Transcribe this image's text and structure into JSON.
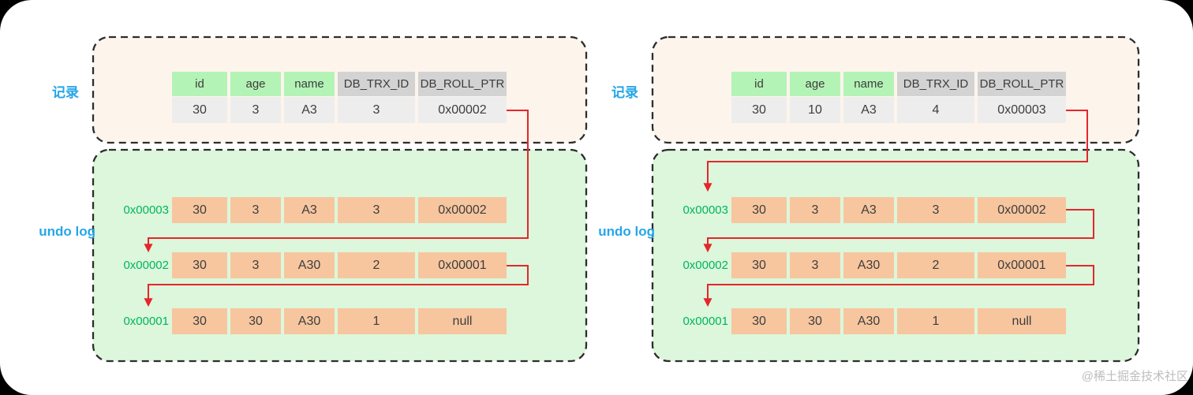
{
  "watermark": "@稀土掘金技术社区",
  "colors": {
    "record_box_bg": "#fdf4ec",
    "undo_box_bg": "#dcf7db",
    "header_green": "#b4f3b6",
    "header_gray": "#d3d3d3",
    "record_value_bg": "#ededed",
    "undo_cell_orange": "#f7c69f",
    "address_green": "#00b45e",
    "arrow_red": "#e5262c",
    "section_label_blue": "#25a6e9",
    "dashed_border": "#2d2d2d"
  },
  "panels": [
    {
      "id": "left",
      "record_label": "记录",
      "undo_label": "undo log",
      "record": {
        "headers": [
          "id",
          "age",
          "name",
          "DB_TRX_ID",
          "DB_ROLL_PTR"
        ],
        "values": [
          "30",
          "3",
          "A3",
          "3",
          "0x00002"
        ]
      },
      "undo_rows": [
        {
          "addr": "0x00003",
          "cells": [
            "30",
            "3",
            "A3",
            "3",
            "0x00002"
          ]
        },
        {
          "addr": "0x00002",
          "cells": [
            "30",
            "3",
            "A30",
            "2",
            "0x00001"
          ]
        },
        {
          "addr": "0x00001",
          "cells": [
            "30",
            "30",
            "A30",
            "1",
            "null"
          ]
        }
      ]
    },
    {
      "id": "right",
      "record_label": "记录",
      "undo_label": "undo log",
      "record": {
        "headers": [
          "id",
          "age",
          "name",
          "DB_TRX_ID",
          "DB_ROLL_PTR"
        ],
        "values": [
          "30",
          "10",
          "A3",
          "4",
          "0x00003"
        ]
      },
      "undo_rows": [
        {
          "addr": "0x00003",
          "cells": [
            "30",
            "3",
            "A3",
            "3",
            "0x00002"
          ]
        },
        {
          "addr": "0x00002",
          "cells": [
            "30",
            "3",
            "A30",
            "2",
            "0x00001"
          ]
        },
        {
          "addr": "0x00001",
          "cells": [
            "30",
            "30",
            "A30",
            "1",
            "null"
          ]
        }
      ]
    }
  ]
}
